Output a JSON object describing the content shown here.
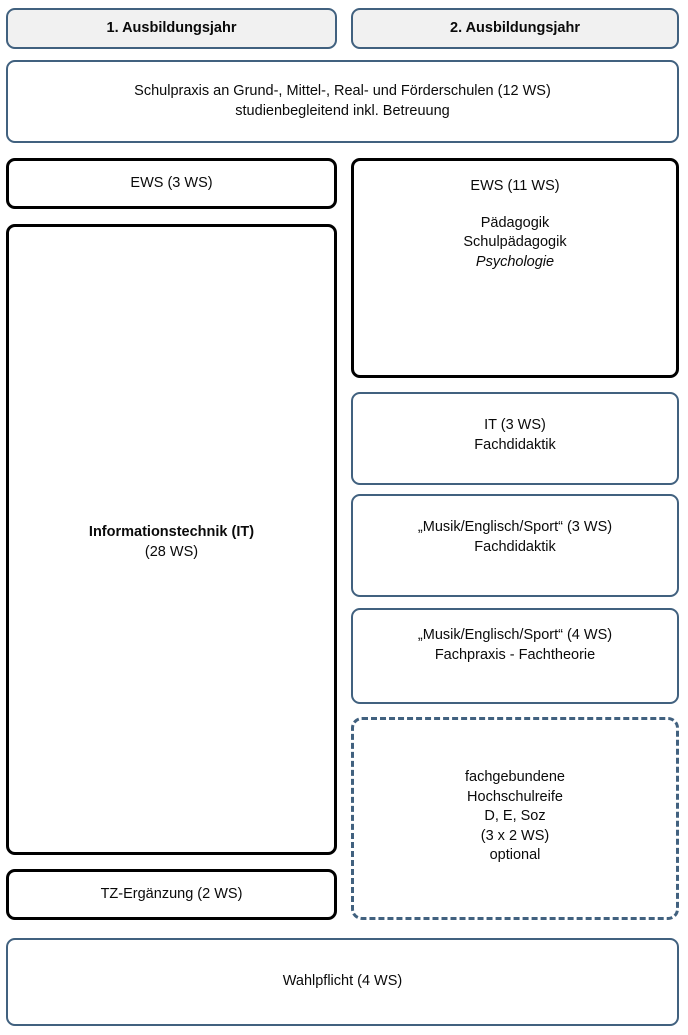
{
  "diagram": {
    "title_visible": false,
    "colors": {
      "accent_blue": "#41617F",
      "black_border": "#000000",
      "header_fill": "#F1F1F1",
      "page_background": "#FFFFFF"
    },
    "columns": [
      {
        "id": "year1",
        "header": "1. Ausbildungsjahr"
      },
      {
        "id": "year2",
        "header": "2. Ausbildungsjahr"
      }
    ],
    "boxes": {
      "schulpraxis": {
        "line1": "Schulpraxis an Grund-, Mittel-, Real- und Förderschulen (12 WS)",
        "line2": "studienbegleitend inkl. Betreuung"
      },
      "ews_year1": {
        "line1": "EWS (3 WS)"
      },
      "informationstechnik": {
        "line1": "Informationstechnik (IT)",
        "line2": "(28 WS)"
      },
      "tz_ergaenzung": {
        "line1": "TZ-Ergänzung (2 WS)"
      },
      "ews_year2": {
        "line1": "EWS (11 WS)",
        "line2": "Pädagogik",
        "line3": "Schulpädagogik",
        "line4": "Psychologie"
      },
      "it_fachdidaktik": {
        "line1": "IT (3 WS)",
        "line2": "Fachdidaktik"
      },
      "musik_englisch_sport_3ws": {
        "line1": "„Musik/Englisch/Sport“ (3 WS)",
        "line2": "Fachdidaktik"
      },
      "musik_englisch_sport_4ws": {
        "line1": "„Musik/Englisch/Sport“ (4 WS)",
        "line2": "Fachpraxis - Fachtheorie"
      },
      "fachgebundene_hochschulreife": {
        "line1": "fachgebundene",
        "line2": "Hochschulreife",
        "line3": "D, E, Soz",
        "line4": "(3 x 2 WS)",
        "line5": "optional"
      },
      "wahlpflicht": {
        "line1": "Wahlpflicht (4 WS)"
      }
    }
  }
}
